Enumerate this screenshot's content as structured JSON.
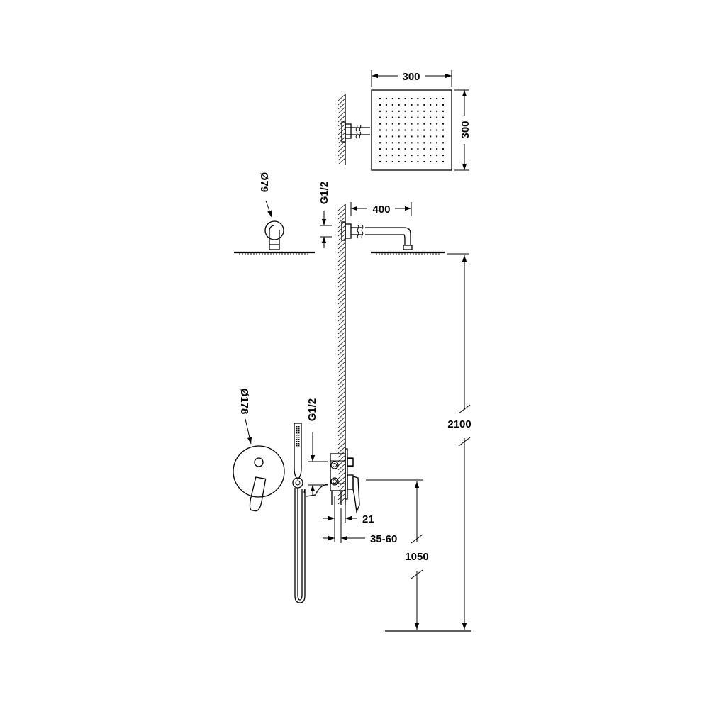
{
  "dimensions": {
    "head_width": "300",
    "head_height": "300",
    "arm_length": "400",
    "flange_diameter": "Ø79",
    "thread_upper": "G1/2",
    "thread_lower": "G1/2",
    "plate_diameter": "Ø178",
    "head_height_from_floor": "2100",
    "valve_height_from_floor": "1050",
    "plate_depth": "21",
    "body_depth_range": "35-60"
  },
  "colors": {
    "line": "#000000",
    "background": "#ffffff"
  }
}
